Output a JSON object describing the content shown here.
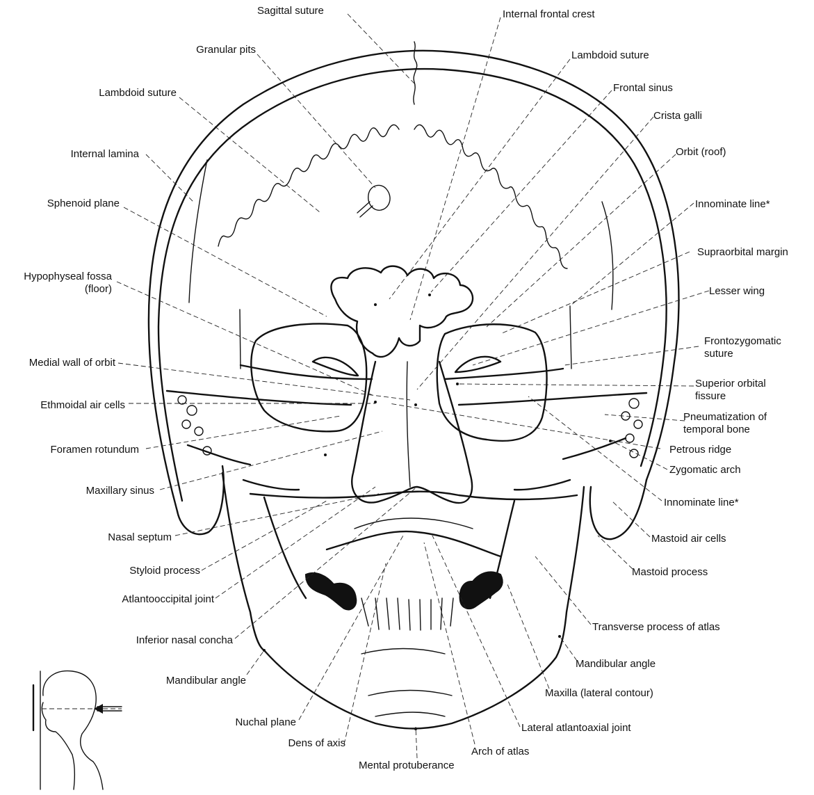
{
  "left_labels": [
    {
      "id": "granular-pits",
      "text": "Granular pits"
    },
    {
      "id": "lambdoid-suture-left",
      "text": "Lambdoid suture"
    },
    {
      "id": "internal-lamina",
      "text": "Internal lamina"
    },
    {
      "id": "sphenoid-plane",
      "text": "Sphenoid plane"
    },
    {
      "id": "hypophyseal-fossa",
      "text": "Hypophyseal fossa"
    },
    {
      "id": "hypophyseal-fossa-floor",
      "text": "(floor)"
    },
    {
      "id": "medial-wall-of-orbit",
      "text": "Medial wall of orbit"
    },
    {
      "id": "ethmoidal-air-cells",
      "text": "Ethmoidal air cells"
    },
    {
      "id": "foramen-rotundum",
      "text": "Foramen rotundum"
    },
    {
      "id": "maxillary-sinus",
      "text": "Maxillary sinus"
    },
    {
      "id": "nasal-septum",
      "text": "Nasal septum"
    },
    {
      "id": "styloid-process",
      "text": "Styloid process"
    },
    {
      "id": "atlantooccipital-joint",
      "text": "Atlantooccipital joint"
    },
    {
      "id": "inferior-nasal-concha",
      "text": "Inferior nasal concha"
    },
    {
      "id": "mandibular-angle-left",
      "text": "Mandibular angle"
    },
    {
      "id": "nuchal-plane",
      "text": "Nuchal plane"
    },
    {
      "id": "dens-of-axis",
      "text": "Dens of axis"
    }
  ],
  "top_labels": [
    {
      "id": "sagittal-suture",
      "text": "Sagittal suture"
    },
    {
      "id": "internal-frontal-crest",
      "text": "Internal frontal crest"
    }
  ],
  "right_labels": [
    {
      "id": "lambdoid-suture-right",
      "text": "Lambdoid suture"
    },
    {
      "id": "frontal-sinus",
      "text": "Frontal sinus"
    },
    {
      "id": "crista-galli",
      "text": "Crista galli"
    },
    {
      "id": "orbit-roof",
      "text": "Orbit (roof)"
    },
    {
      "id": "innominate-line-upper",
      "text": "Innominate line*"
    },
    {
      "id": "supraorbital-margin",
      "text": "Supraorbital margin"
    },
    {
      "id": "lesser-wing",
      "text": "Lesser wing"
    },
    {
      "id": "frontozygomatic-suture-1",
      "text": "Frontozygomatic"
    },
    {
      "id": "frontozygomatic-suture-2",
      "text": "suture"
    },
    {
      "id": "superior-orbital-fissure-1",
      "text": "Superior orbital"
    },
    {
      "id": "superior-orbital-fissure-2",
      "text": "fissure"
    },
    {
      "id": "pneumatization-1",
      "text": "Pneumatization of"
    },
    {
      "id": "pneumatization-2",
      "text": "temporal bone"
    },
    {
      "id": "petrous-ridge",
      "text": "Petrous ridge"
    },
    {
      "id": "zygomatic-arch",
      "text": "Zygomatic arch"
    },
    {
      "id": "innominate-line-lower",
      "text": "Innominate line*"
    },
    {
      "id": "mastoid-air-cells",
      "text": "Mastoid air cells"
    },
    {
      "id": "mastoid-process",
      "text": "Mastoid process"
    },
    {
      "id": "transverse-process-of-atlas",
      "text": "Transverse process of atlas"
    },
    {
      "id": "mandibular-angle-right",
      "text": "Mandibular angle"
    },
    {
      "id": "maxilla-lateral-contour",
      "text": "Maxilla (lateral contour)"
    },
    {
      "id": "lateral-atlantoaxial-joint",
      "text": "Lateral atlantoaxial joint"
    },
    {
      "id": "arch-of-atlas",
      "text": "Arch of atlas"
    }
  ],
  "bottom_labels": [
    {
      "id": "mental-protuberance",
      "text": "Mental protuberance"
    }
  ]
}
